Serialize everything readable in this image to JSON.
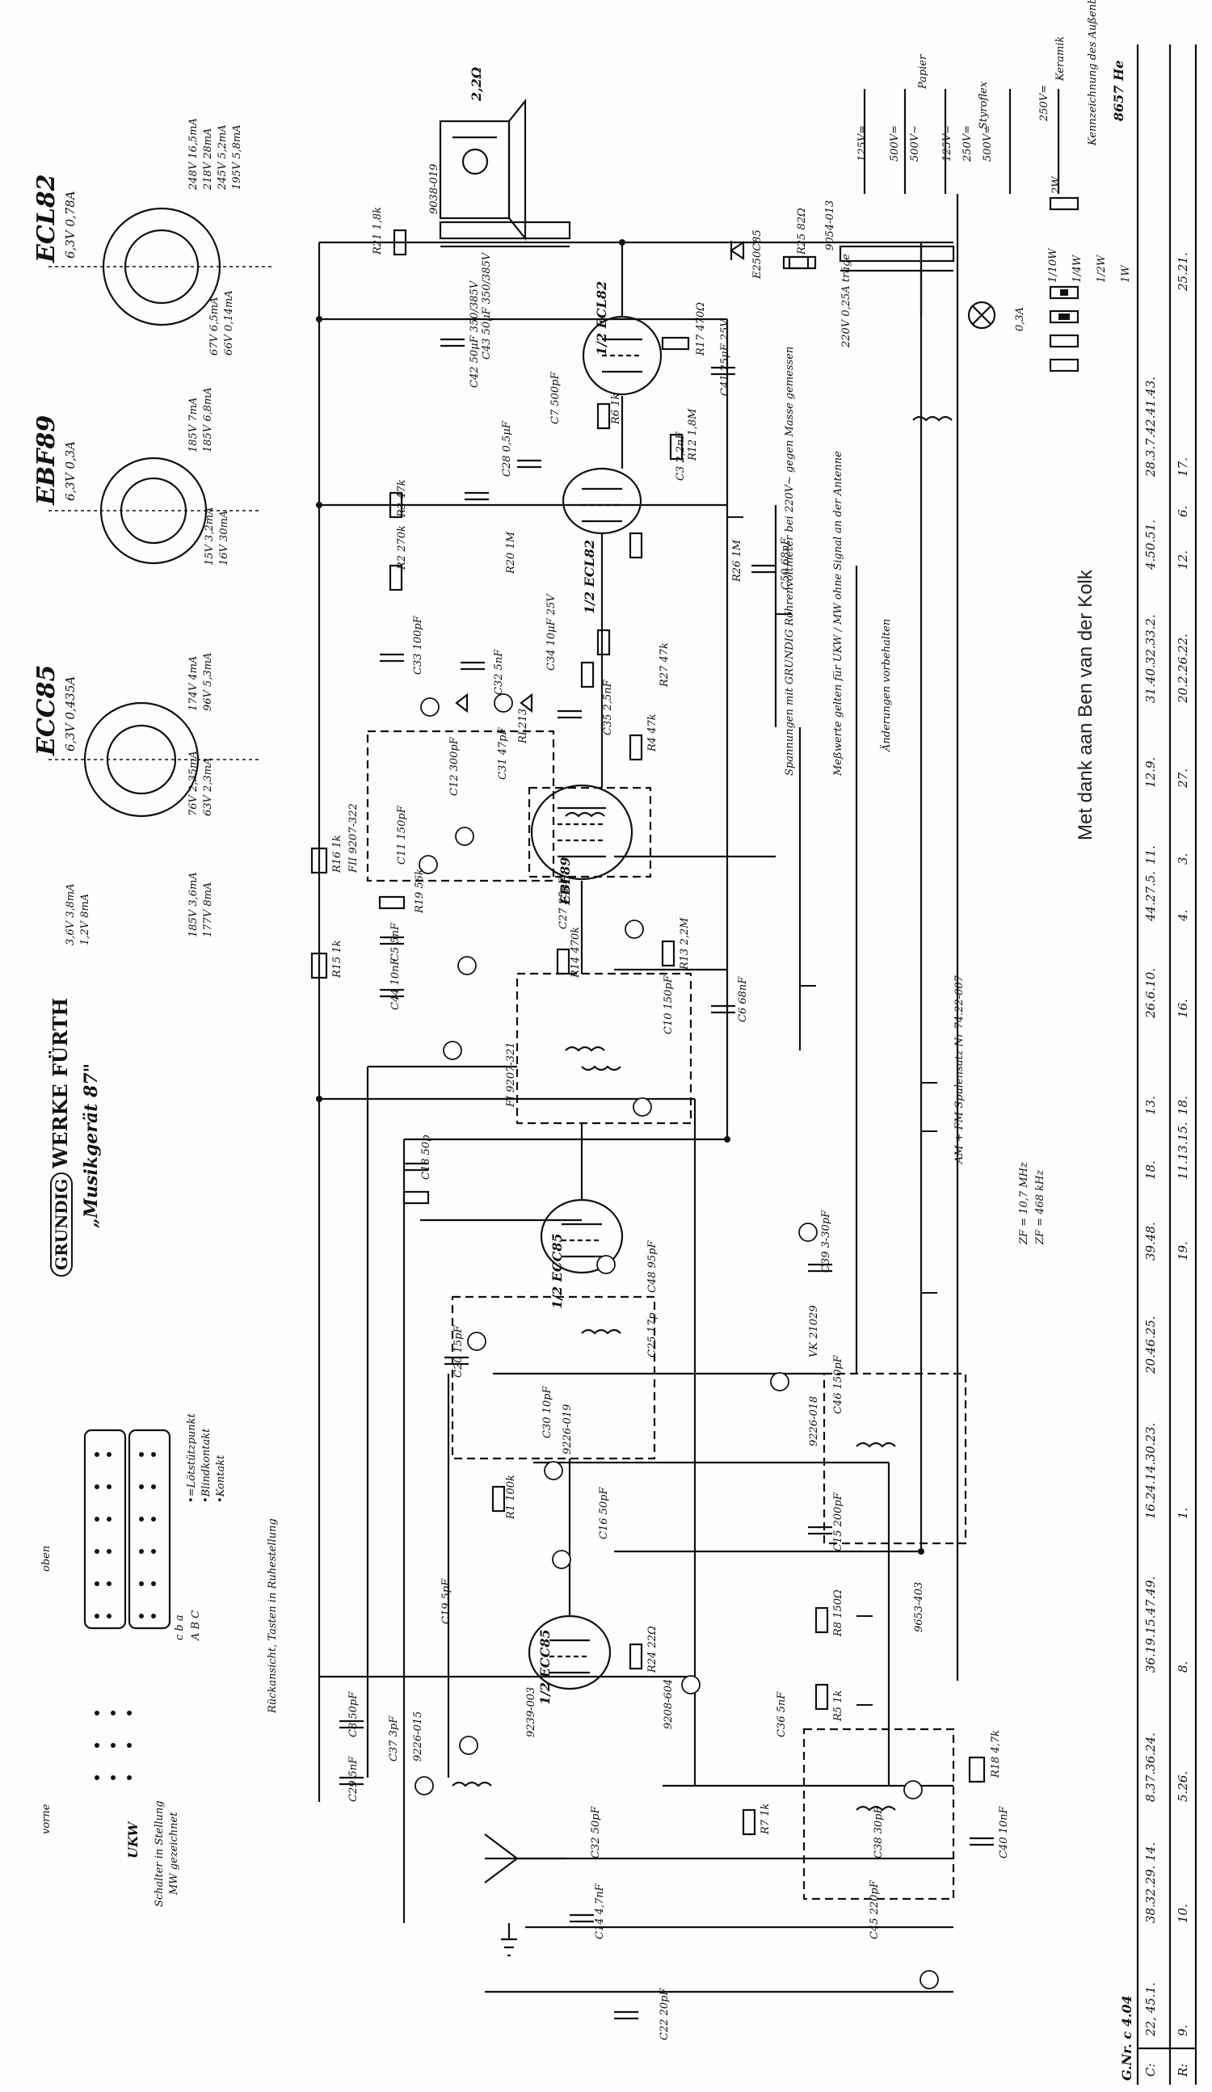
{
  "header": {
    "brand": "GRUNDIG",
    "company": "WERKE FÜRTH",
    "model": "„Musikgerät 87\""
  },
  "tubes": [
    {
      "name": "ECL82",
      "spec": "6,3V 0,78A"
    },
    {
      "name": "EBF89",
      "spec": "6,3V 0,3A"
    },
    {
      "name": "ECC85",
      "spec": "6,3V 0,435A"
    }
  ],
  "ecl82_volts": [
    "248V 16,5mA",
    "218V 28mA",
    "245V 5,2mA",
    "195V 5,8mA",
    "67V 6,5mA",
    "66V 0,14mA"
  ],
  "ebf89_volts": [
    "185V 7mA",
    "185V 6,8mA",
    "15V 3,2mA",
    "16V 30mA"
  ],
  "ecc85_volts": [
    "174V 4mA",
    "96V 5,3mA",
    "3,6V 3,8mA",
    "1,2V 8mA",
    "185V 3,6mA",
    "177V 8mA",
    "76V 2,35mA",
    "63V 2,3mA"
  ],
  "switch": {
    "title_front": "vorne",
    "title_top": "oben",
    "ukw": "UKW",
    "note1": "Schalter in Stellung",
    "note2": "MW gezeichnet",
    "legend": [
      "•=Lötstützpunkt",
      "•Blindkontakt",
      "•Kontakt"
    ],
    "legend_note": "Rückansicht, Tasten in Ruhestellung",
    "rows": [
      "c b a",
      "A B C"
    ]
  },
  "components": {
    "speaker": "2,2Ω",
    "out_transformer": "9038-019",
    "mains_transformer": "9054-013",
    "rectifier": "E250C85",
    "R25": "R25 82Ω",
    "R21": "R21 1,8k",
    "R16": "R16 1k",
    "R15": "R15 1k",
    "R19": "R19 56k",
    "R2": "R2 270k",
    "R3": "R3 47k",
    "R4": "R4 47k",
    "R14": "R14 470k",
    "R13": "R13 2,2M",
    "R27": "R27 47k",
    "R26": "R26 1M",
    "R20": "R20 1M",
    "R17": "R17 470Ω",
    "R12": "R12 1,8M",
    "R6": "R6 1k",
    "R1": "R1 100k",
    "R5": "R5 1k",
    "R8": "R8 150Ω",
    "R18": "R18 4,7k",
    "R7": "R7 1k",
    "R24": "R24 22Ω",
    "C43": "C43 50μF 350/385V",
    "C42": "C42 50μF 350/385V",
    "C41": "C41 25μF 25V",
    "C7": "C7 500pF",
    "C28": "C28 0,5μF",
    "C3": "C3 2,2nF",
    "C50": "C50 68nF",
    "C33": "C33 100pF",
    "C32": "C32 5nF",
    "C34": "C34 10μF 25V",
    "C35": "C35 2,5nF",
    "C31": "C31 47pF",
    "C12": "C12 300pF",
    "C11": "C11 150pF",
    "C5": "C5 5nF",
    "C44": "C44 10nF",
    "C27": "C27 25pF",
    "C10": "C10 150pF",
    "C6": "C6 68nF",
    "C18": "C18 50p",
    "C39": "C39 3-30pF",
    "C46": "C46 150pF",
    "C48": "C48 95pF",
    "C25": "C25 17p",
    "C20": "C20 15pF",
    "C30": "C30 10pF",
    "C16": "C16 50pF",
    "C15": "C15 200pF",
    "C19": "C19 5pF",
    "C8": "C8 50pF",
    "C37": "C37 3pF",
    "C29": "C29 5nF",
    "C22": "C22 20pF",
    "C36": "C36 5nF",
    "C40": "C40 10nF",
    "C38": "C38 30pF",
    "C45": "C45 220pF",
    "C14": "C14 4,7nF",
    "C32b": "C32 50pF",
    "fuse": "0,3A",
    "fuse2": "220V 0,25A träge",
    "diode": "RL213",
    "coil_a": "FII 9207-322",
    "coil_b": "FI 9207-321",
    "coil_c": "9226-018",
    "coil_d": "9226-015",
    "coil_e": "9226-019",
    "coil_f": "9653-403",
    "coil_g": "9239-003",
    "coil_h": "9208-604",
    "vk": "VK 21029",
    "tube_v1": "1/2 ECC85",
    "tube_v1b": "1/2 ECC85",
    "tube_v2": "EBF89",
    "tube_v3": "1/2 ECL82",
    "tube_v4": "1/2 ECL82"
  },
  "notes": {
    "measure": "Spannungen mit GRUNDIG Röhrenvoltmeter bei 220V~ gegen Masse gemessen",
    "measure2": "Meßwerte gelten für UKW / MW ohne Signal an der Antenne",
    "changes": "Änderungen vorbehalten",
    "zf1": "ZF = 10,7 MHz",
    "zf2": "ZF = 468 kHz",
    "coilset": "AM + FM Spulensatz Nr 74.22-007"
  },
  "legend_caps": {
    "paper": "Papier",
    "styroflex": "Styroflex",
    "keramik": "Keramik",
    "values": [
      "125V=",
      "500V=",
      "500V~",
      "125V=",
      "250V=",
      "500V=",
      "250V="
    ],
    "marking": "Kennzeichnung des Außenbelages",
    "code": "8657 He"
  },
  "legend_res": {
    "values": [
      "1/10W",
      "1/4W",
      "1/2W",
      "1W"
    ],
    "extra": [
      "2W"
    ]
  },
  "credit": "Met dank aan Ben van der Kolk",
  "gnr": "G.Nr. c 4.04",
  "table": {
    "c_label": "C:",
    "r_label": "R:",
    "c_cells": [
      "22, 45.1.",
      "38.32.29. 14.",
      "8.37.36.24.",
      "36.19.15.47.49.",
      "16.24.14.30.23.",
      "20.46.25.",
      "39.48.",
      "18.",
      "13.",
      "26.6.10.",
      "44.27.5.",
      "11.",
      "12.9.",
      "31.40.32.33.2.",
      "4.50.51.",
      "28.3.7.42.41.43."
    ],
    "r_cells": [
      "9.",
      "10.",
      "5.26.",
      "8.",
      "1.",
      "19.",
      "11.13.15.",
      "18.",
      "16.",
      "4.",
      "3.",
      "27.",
      "20.2.26.22.",
      "12.",
      "6.",
      "17.",
      "25.21."
    ]
  }
}
